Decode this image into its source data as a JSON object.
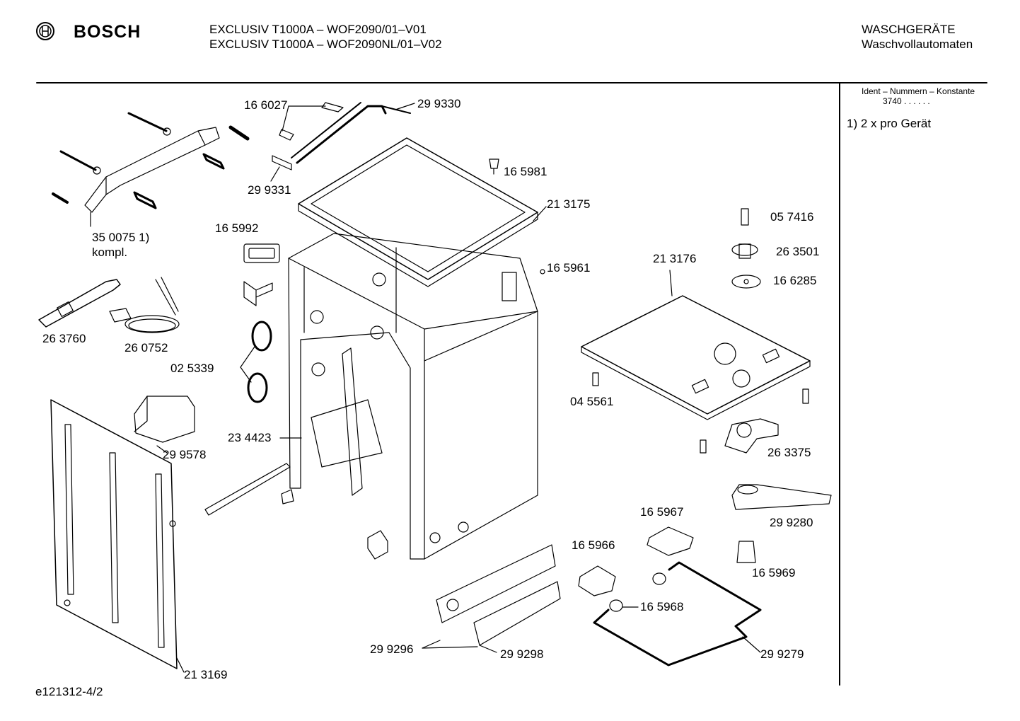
{
  "header": {
    "brand": "BOSCH",
    "model_line_1": "EXCLUSIV T1000A – WOF2090/01–V01",
    "model_line_2": "EXCLUSIV T1000A – WOF2090NL/01–V02",
    "category": "WASCHGERÄTE",
    "subcategory": "Waschvollautomaten"
  },
  "sidebar": {
    "ident_heading": "Ident – Nummern – Konstante",
    "ident_value": "3740  . .    . . . .",
    "footnote": "1) 2 x pro Gerät"
  },
  "footer": {
    "drawing_id": "e121312-4/2"
  },
  "parts": [
    {
      "id": "p-166027",
      "label": "16 6027"
    },
    {
      "id": "p-299330",
      "label": "29 9330"
    },
    {
      "id": "p-299331",
      "label": "29 9331"
    },
    {
      "id": "p-165981",
      "label": "16 5981"
    },
    {
      "id": "p-213175",
      "label": "21 3175"
    },
    {
      "id": "p-350075",
      "label": "35 0075 1)"
    },
    {
      "id": "p-kompl",
      "label": "kompl."
    },
    {
      "id": "p-165992",
      "label": "16 5992"
    },
    {
      "id": "p-057416",
      "label": "05 7416"
    },
    {
      "id": "p-263501",
      "label": "26 3501"
    },
    {
      "id": "p-166285",
      "label": "16 6285"
    },
    {
      "id": "p-213176",
      "label": "21 3176"
    },
    {
      "id": "p-165961",
      "label": "16 5961"
    },
    {
      "id": "p-263760",
      "label": "26 3760"
    },
    {
      "id": "p-260752",
      "label": "26 0752"
    },
    {
      "id": "p-025339",
      "label": "02 5339"
    },
    {
      "id": "p-045561",
      "label": "04 5561"
    },
    {
      "id": "p-234423",
      "label": "23 4423"
    },
    {
      "id": "p-299578",
      "label": "29 9578"
    },
    {
      "id": "p-263375",
      "label": "26 3375"
    },
    {
      "id": "p-299280",
      "label": "29 9280"
    },
    {
      "id": "p-165967",
      "label": "16 5967"
    },
    {
      "id": "p-165966",
      "label": "16 5966"
    },
    {
      "id": "p-165969",
      "label": "16 5969"
    },
    {
      "id": "p-165968",
      "label": "16 5968"
    },
    {
      "id": "p-299296",
      "label": "29 9296"
    },
    {
      "id": "p-299298",
      "label": "29 9298"
    },
    {
      "id": "p-299279",
      "label": "29 9279"
    },
    {
      "id": "p-213169",
      "label": "21 3169"
    }
  ]
}
